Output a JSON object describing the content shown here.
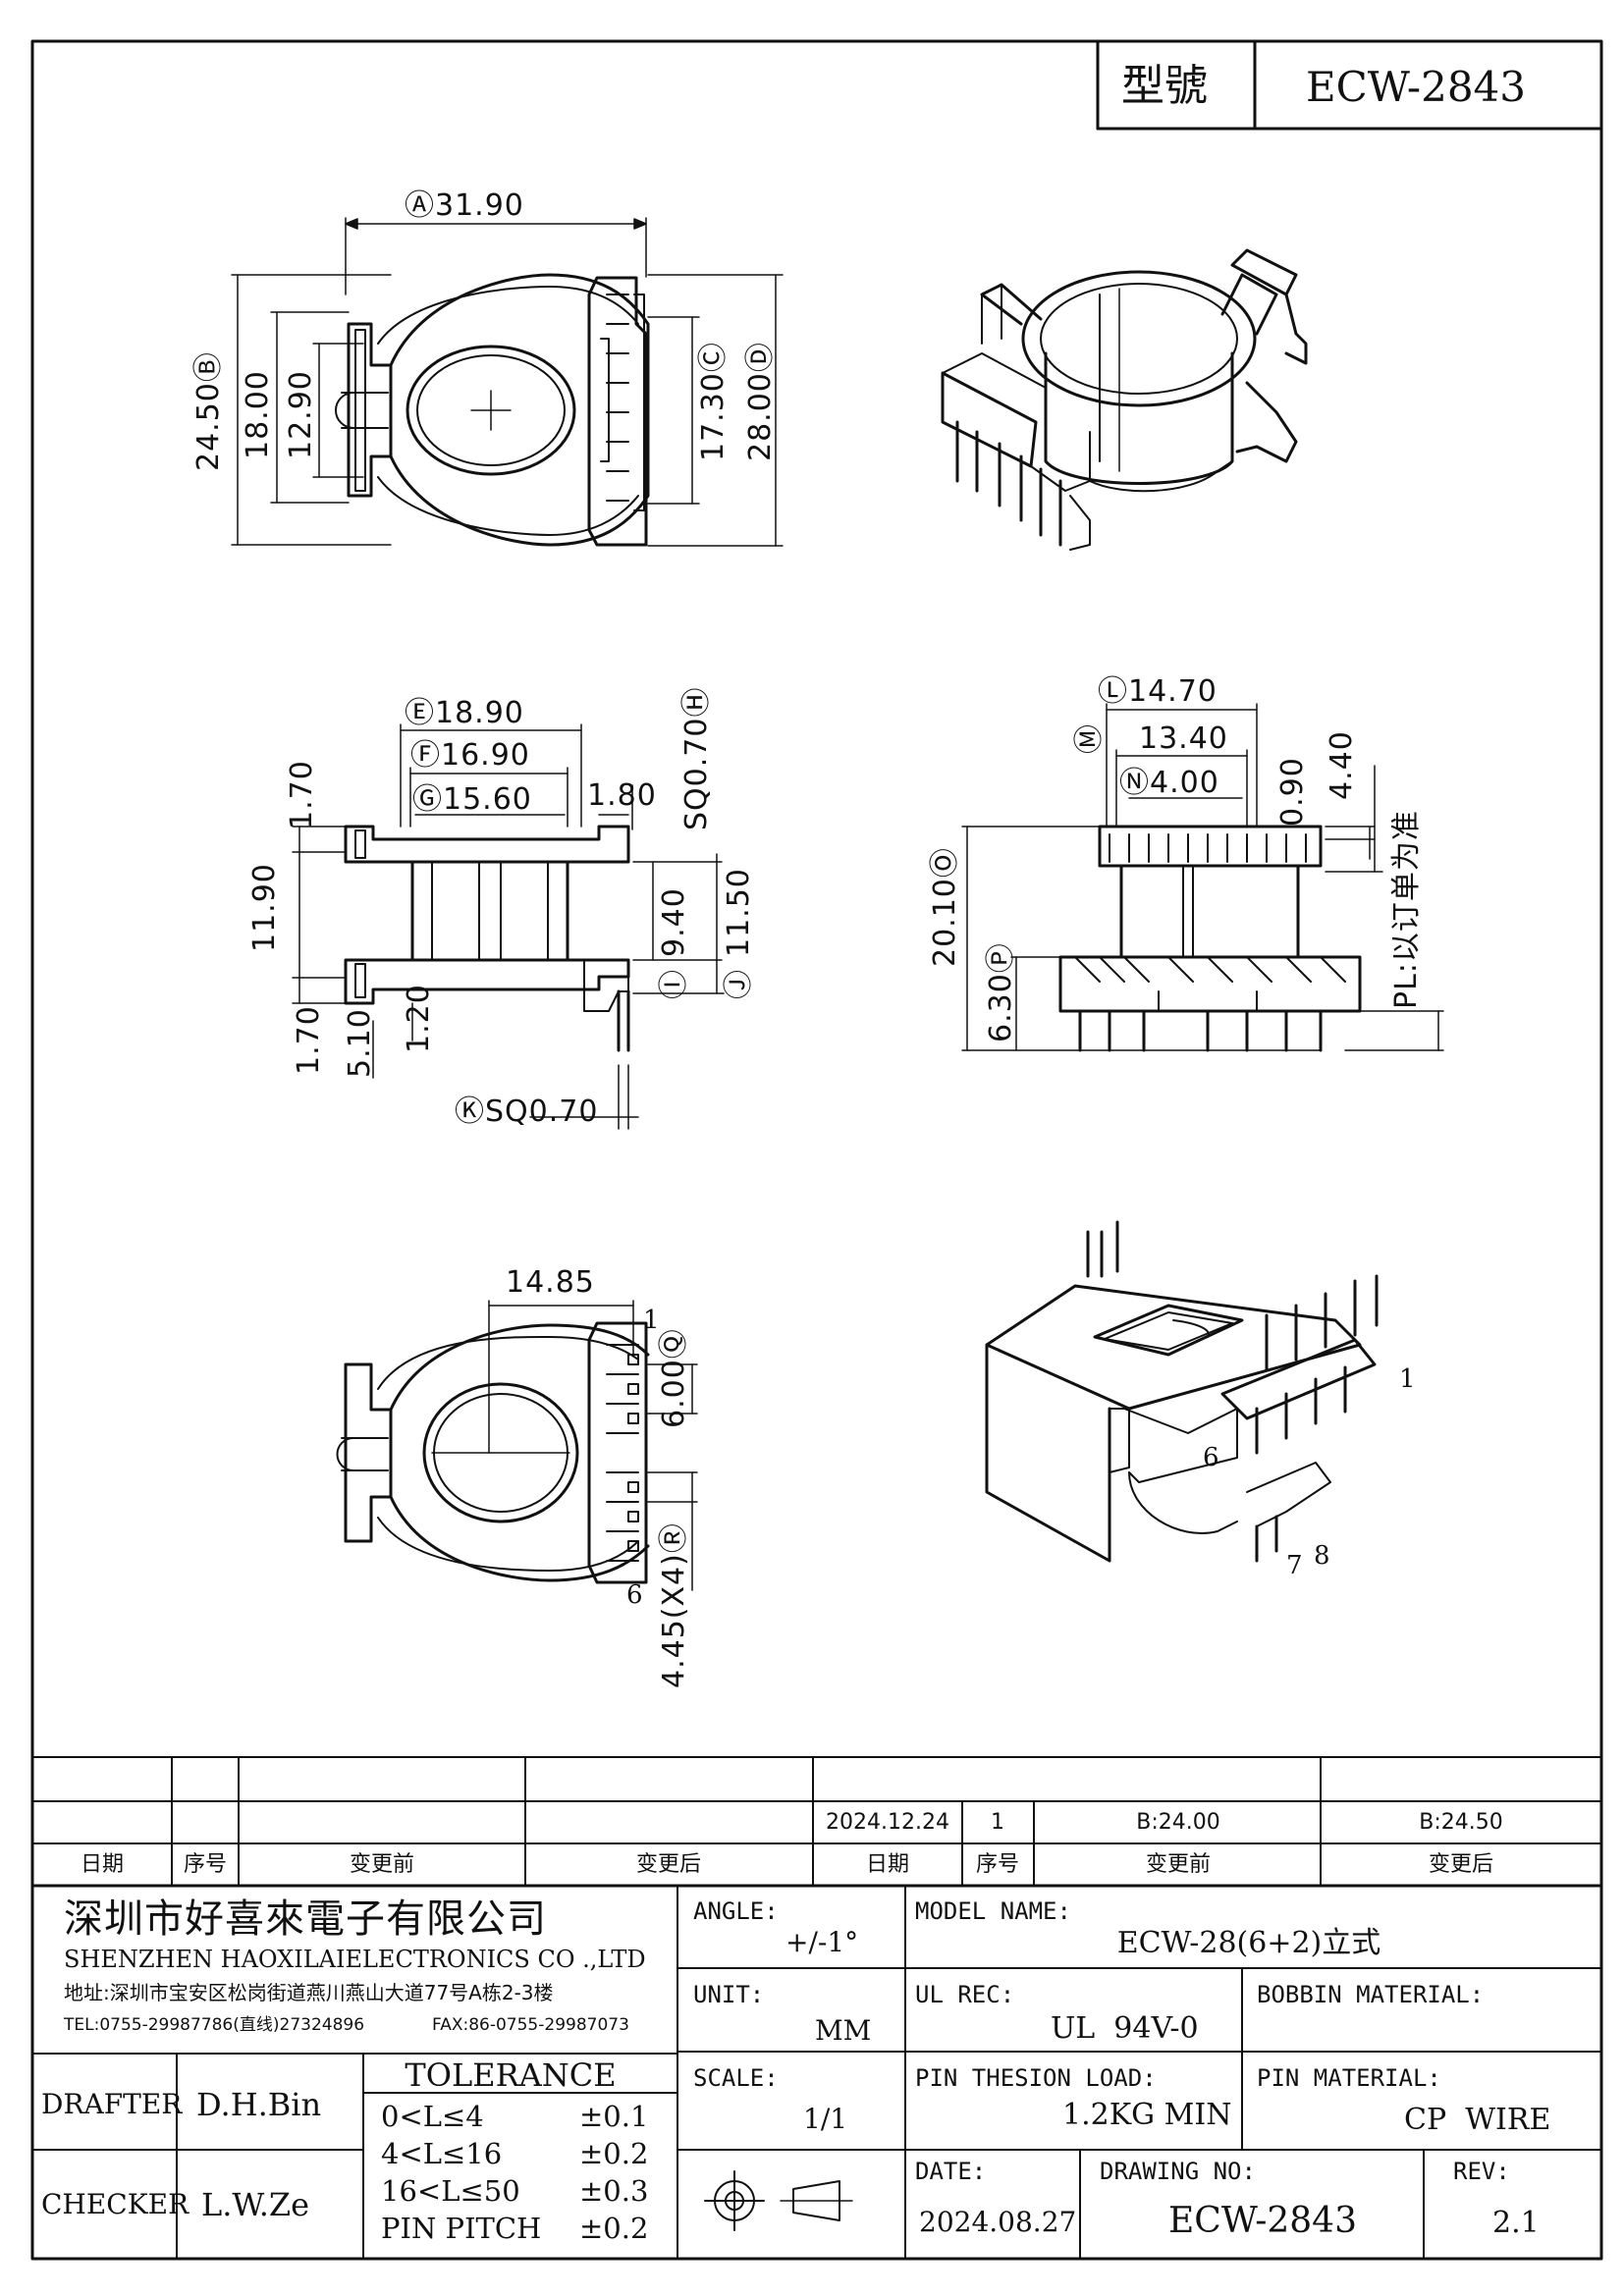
{
  "header": {
    "model_label": "型號",
    "model_value": "ECW-2843"
  },
  "top_view": {
    "dim_width": "Ⓐ31.90",
    "dim_b": "24.50Ⓑ",
    "dim_18": "18.00",
    "dim_129": "12.90",
    "dim_c": "17.30Ⓒ",
    "dim_d": "28.00Ⓓ"
  },
  "side_view": {
    "dim_e": "Ⓔ18.90",
    "dim_f": "Ⓕ16.90",
    "dim_g": "Ⓖ15.60",
    "dim_180": "1.80",
    "dim_h": "SQ0.70Ⓗ",
    "dim_170_top": "1.70",
    "dim_1190": "11.90",
    "dim_940": "9.40",
    "dim_i": "Ⓘ",
    "dim_1150": "11.50",
    "dim_j": "Ⓙ",
    "dim_170_bot": "1.70",
    "dim_510": "5.10",
    "dim_120": "1.20",
    "dim_k": "ⓀSQ0.70"
  },
  "front_view": {
    "dim_l": "Ⓛ14.70",
    "dim_m": "Ⓜ",
    "dim_1340": "13.40",
    "dim_n": "Ⓝ4.00",
    "dim_090": "0.90",
    "dim_440": "4.40",
    "dim_o": "20.10Ⓞ",
    "dim_p": "6.30Ⓟ",
    "pl_note": "PL:以订单为准"
  },
  "bottom_view": {
    "dim_1485": "14.85",
    "dim_q": "6.00Ⓠ",
    "dim_r": "4.45(X4)Ⓡ",
    "pin_1": "1",
    "pin_6": "6"
  },
  "iso_bottom": {
    "pin_1": "1",
    "pin_6": "6",
    "pin_7": "7",
    "pin_8": "8"
  },
  "revision": {
    "rows": [
      {
        "date": "",
        "seq": "",
        "before": "",
        "after": "",
        "date2": "",
        "seq2": "",
        "before2": "",
        "after2": ""
      },
      {
        "date": "",
        "seq": "",
        "before": "",
        "after": "",
        "date2": "2024.12.24",
        "seq2": "1",
        "before2": "B:24.00",
        "after2": "B:24.50"
      }
    ],
    "headers": {
      "date": "日期",
      "seq": "序号",
      "before": "变更前",
      "after": "变更后",
      "date2": "日期",
      "seq2": "序号",
      "before2": "变更前",
      "after2": "变更后"
    }
  },
  "company": {
    "name_cn": "深圳市好喜來電子有限公司",
    "name_en": "SHENZHEN HAOXILAIELECTRONICS CO .,LTD",
    "address": "地址:深圳市宝安区松岗街道燕川燕山大道77号A栋2-3楼",
    "tel": "TEL:0755-29987786(直线)27324896",
    "fax": "FAX:86-0755-29987073"
  },
  "title_block": {
    "angle_label": "ANGLE:",
    "angle_value": "+/-1°",
    "model_name_label": "MODEL NAME:",
    "model_name_value": "ECW-28(6+2)立式",
    "unit_label": "UNIT:",
    "unit_value": "MM",
    "ul_label": "UL REC:",
    "ul_value": "UL  94V-0",
    "bobbin_label": "BOBBIN MATERIAL:",
    "bobbin_value": "",
    "scale_label": "SCALE:",
    "scale_value": "1/1",
    "pin_load_label": "PIN THESION LOAD:",
    "pin_load_value": "1.2KG MIN",
    "pin_mat_label": "PIN MATERIAL:",
    "pin_mat_value": "CP  WIRE",
    "date_label": "DATE:",
    "date_value": "2024.08.27",
    "drawing_label": "DRAWING NO:",
    "drawing_value": "ECW-2843",
    "rev_label": "REV:",
    "rev_value": "2.1",
    "drafter_label": "DRAFTER",
    "drafter_value": "D.H.Bin",
    "checker_label": "CHECKER",
    "checker_value": "L.W.Ze",
    "tolerance_title": "TOLERANCE",
    "tolerance_rows": [
      {
        "range": "0<L≤4",
        "value": "±0.1"
      },
      {
        "range": "4<L≤16",
        "value": "±0.2"
      },
      {
        "range": "16<L≤50",
        "value": "±0.3"
      },
      {
        "range": "PIN PITCH",
        "value": "±0.2"
      }
    ]
  }
}
